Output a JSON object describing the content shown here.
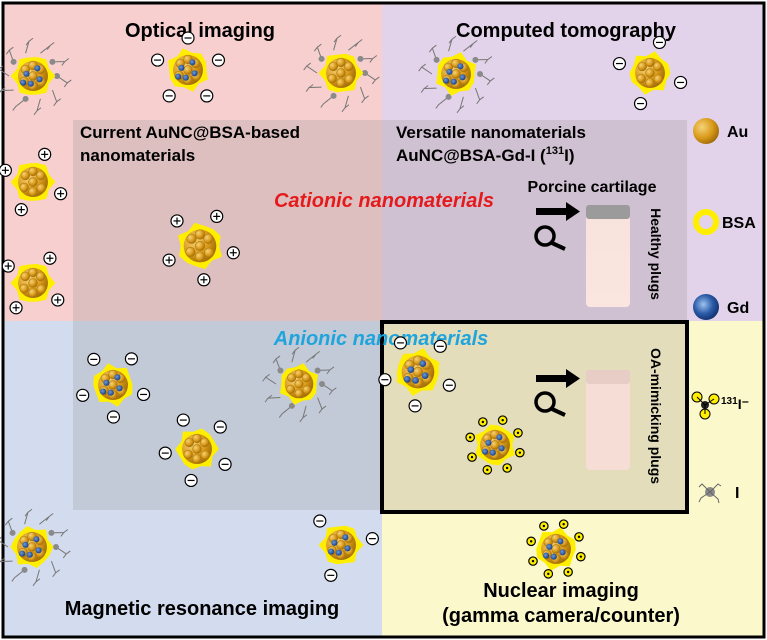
{
  "quadrants": {
    "optical": "Optical imaging",
    "ct": "Computed tomography",
    "mri": "Magnetic resonance imaging",
    "nuclear_line1": "Nuclear imaging",
    "nuclear_line2": "(gamma camera/counter)"
  },
  "current": {
    "line1": "Current AuNC@BSA-based",
    "line2": "nanomaterials"
  },
  "versatile": {
    "line1": "Versatile nanomaterials",
    "line2_prefix": "AuNC@BSA-Gd-I (",
    "line2_sup": "131",
    "line2_suffix": "I)"
  },
  "porcine": "Porcine cartilage",
  "healthy": "Healthy plugs",
  "oa": "OA-mimicking plugs",
  "cationic": "Cationic nanomaterials",
  "anionic": "Anionic nanomaterials",
  "legend": {
    "au": "Au",
    "bsa": "BSA",
    "gd": "Gd",
    "i131_sup": "131",
    "i131_suffix": "I⁻",
    "i": "I"
  },
  "colors": {
    "optical_bg": "#f7cfcf",
    "ct_bg": "#e2d3ea",
    "mri_bg": "#d3dcee",
    "nuclear_bg": "#fbf8cc",
    "inner_box": "#cfc4c4",
    "cationic": "#e41a1c",
    "anionic": "#20a4dc",
    "gold": "#d89a19",
    "bsa_yellow": "#ffee00",
    "gd_blue": "#1f4e9a"
  },
  "icons": [
    "gold-cluster-icon",
    "bsa-shell-icon",
    "gd-ion-icon",
    "iodine-131-icon",
    "iodine-ligand-icon",
    "magnifier-icon",
    "arrow-icon",
    "cartilage-plug-icon",
    "positive-charge-icon",
    "negative-charge-icon"
  ]
}
